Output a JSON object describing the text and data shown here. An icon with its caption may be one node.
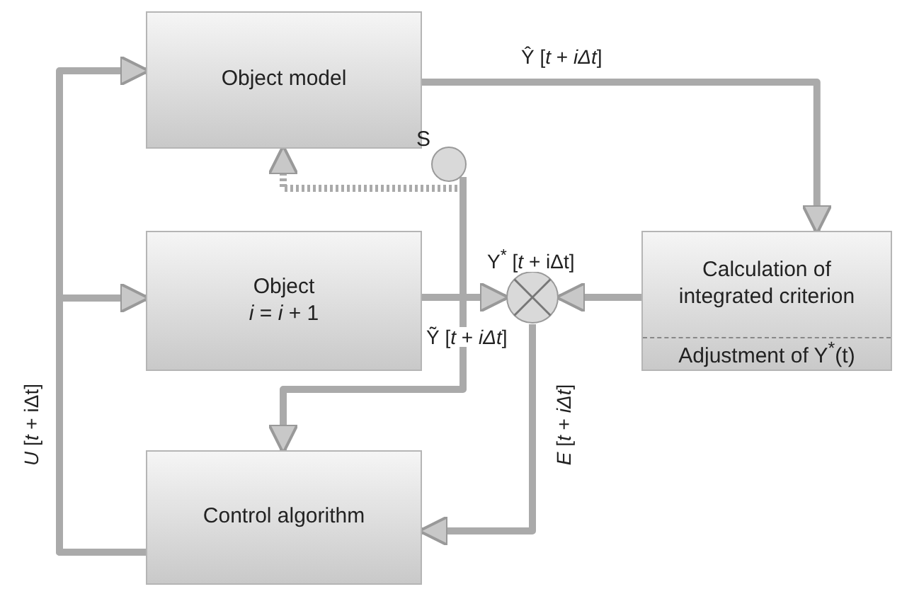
{
  "diagram": {
    "nodes": [
      {
        "text": [
          "Object model"
        ]
      },
      {
        "text": [
          "Object",
          "*i* = *i* + 1"
        ]
      },
      {
        "text": [
          "Control algorithm"
        ]
      },
      {
        "text": [
          "Calculation of integrated criterion",
          "Adjustment of Y$^{*}$(t)"
        ]
      },
      {
        "text": [],
        "shape": "circle"
      },
      {
        "text": [],
        "shape": "circle",
        "beside": [
          "S"
        ]
      }
    ],
    "edges": [
      {
        "from": 2,
        "to": 0,
        "arrow": "to",
        "label": "*U* [*t* + iΔt]"
      },
      {
        "from": 2,
        "to": 1,
        "arrow": "to"
      },
      {
        "from": 0,
        "to": 3,
        "arrow": "to",
        "label": "Ŷ [*t* + *iΔt*]"
      },
      {
        "from": 1,
        "to": 4,
        "arrow": "to",
        "label": "Ỹ [*t* + *iΔt*]"
      },
      {
        "from": 3,
        "to": 4,
        "arrow": "to",
        "label": "Y$^{*}$ [*t* + iΔt]"
      },
      {
        "from": 4,
        "to": 2,
        "arrow": "to",
        "label": "*E* [*t* + *iΔt*]"
      },
      {
        "from": 5,
        "to": 0,
        "arrow": "to",
        "style": "dashed"
      },
      {
        "from": 5,
        "to": 2,
        "arrow": "to"
      }
    ]
  }
}
